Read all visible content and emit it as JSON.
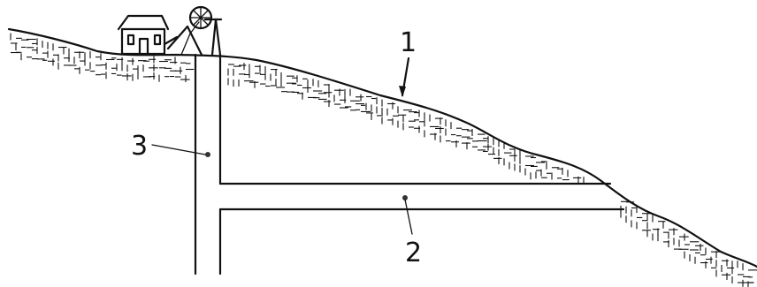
{
  "diagram": {
    "labels": {
      "one": "1",
      "two": "2",
      "three": "3"
    },
    "colors": {
      "ink": "#111111",
      "background": "#ffffff"
    }
  }
}
